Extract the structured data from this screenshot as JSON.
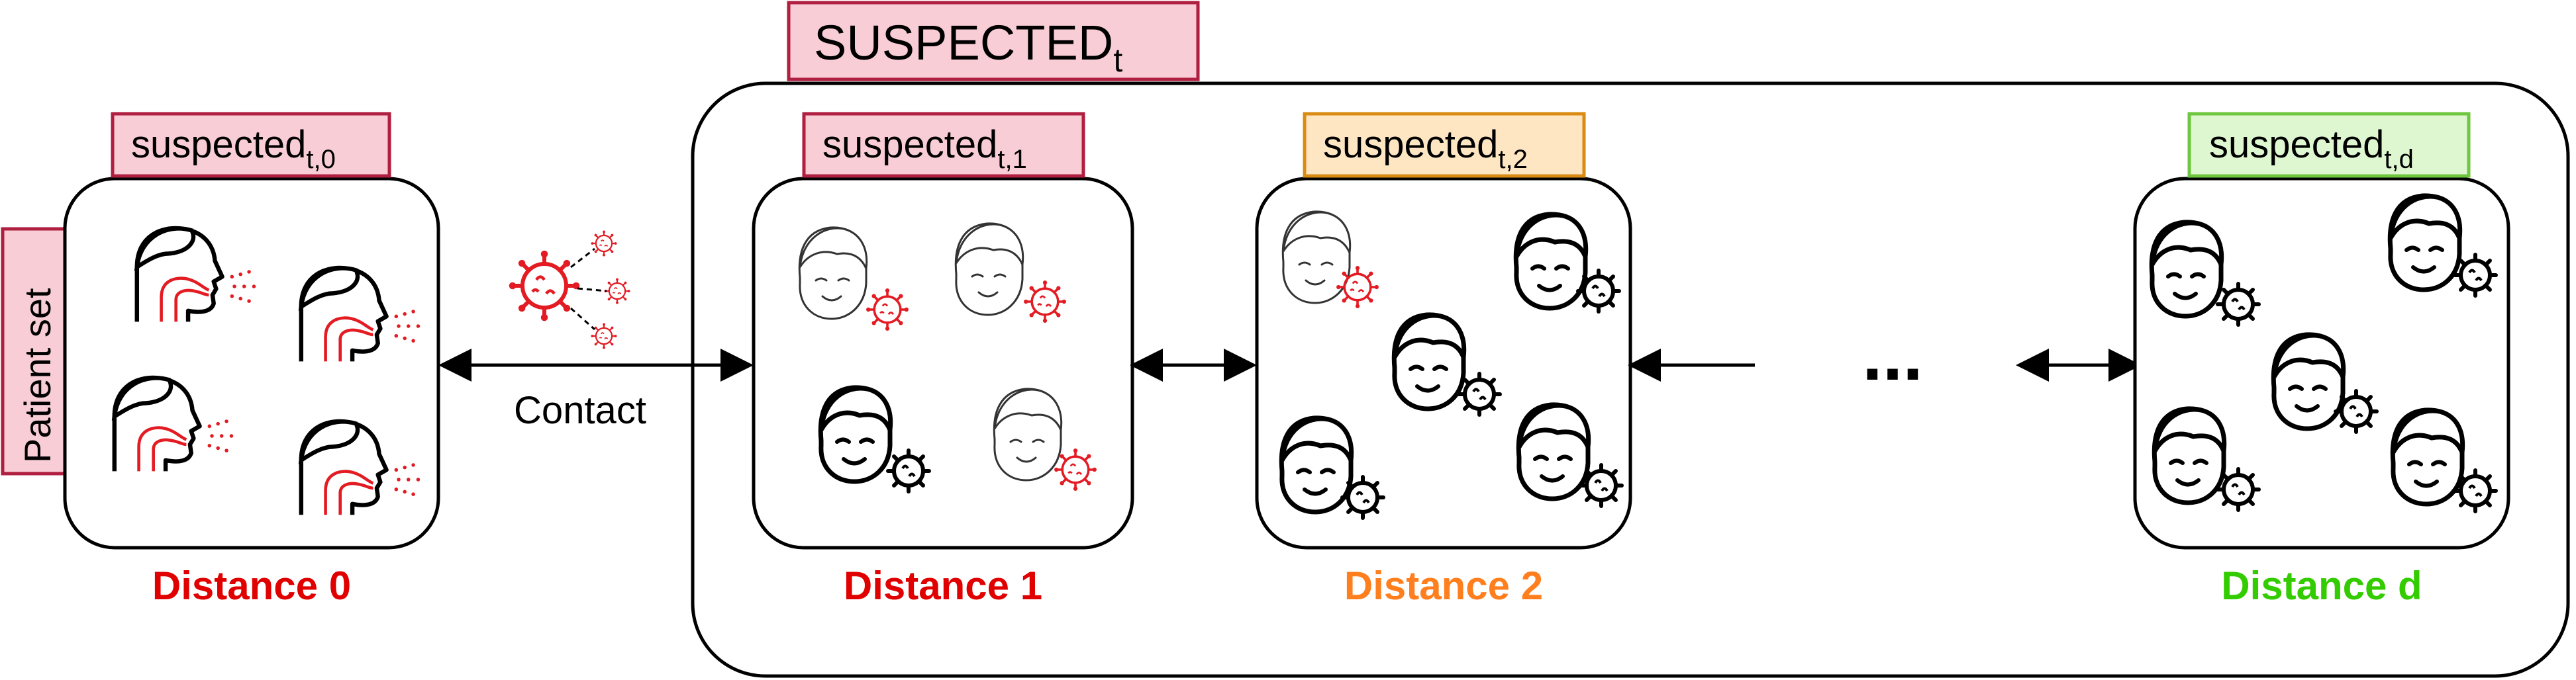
{
  "colors": {
    "red": "#e00000",
    "orange": "#ff7f1e",
    "green": "#33cc00",
    "pink_fill": "#f8cdd6",
    "pink_stroke": "#b01e40",
    "orange_fill": "#ffe6c2",
    "orange_stroke": "#d98b14",
    "green_fill": "#dff7d0",
    "green_stroke": "#6fc63f",
    "virus_red": "#e31b23"
  },
  "group": {
    "title_main": "SUSPECTED",
    "title_sub": "t"
  },
  "patient_set": {
    "label": "Patient set"
  },
  "contact": {
    "label": "Contact"
  },
  "ellipsis": "...",
  "nodes": [
    {
      "label_main": "suspected",
      "label_sub": "t,0",
      "distance": "Distance 0",
      "color": "red",
      "icon": "coughing-person-icon"
    },
    {
      "label_main": "suspected",
      "label_sub": "t,1",
      "distance": "Distance 1",
      "color": "red",
      "icon": "face-with-virus-icon"
    },
    {
      "label_main": "suspected",
      "label_sub": "t,2",
      "distance": "Distance 2",
      "color": "orange",
      "icon": "face-with-virus-icon"
    },
    {
      "label_main": "suspected",
      "label_sub": "t,d",
      "distance": "Distance d",
      "color": "green",
      "icon": "face-with-virus-icon"
    }
  ]
}
